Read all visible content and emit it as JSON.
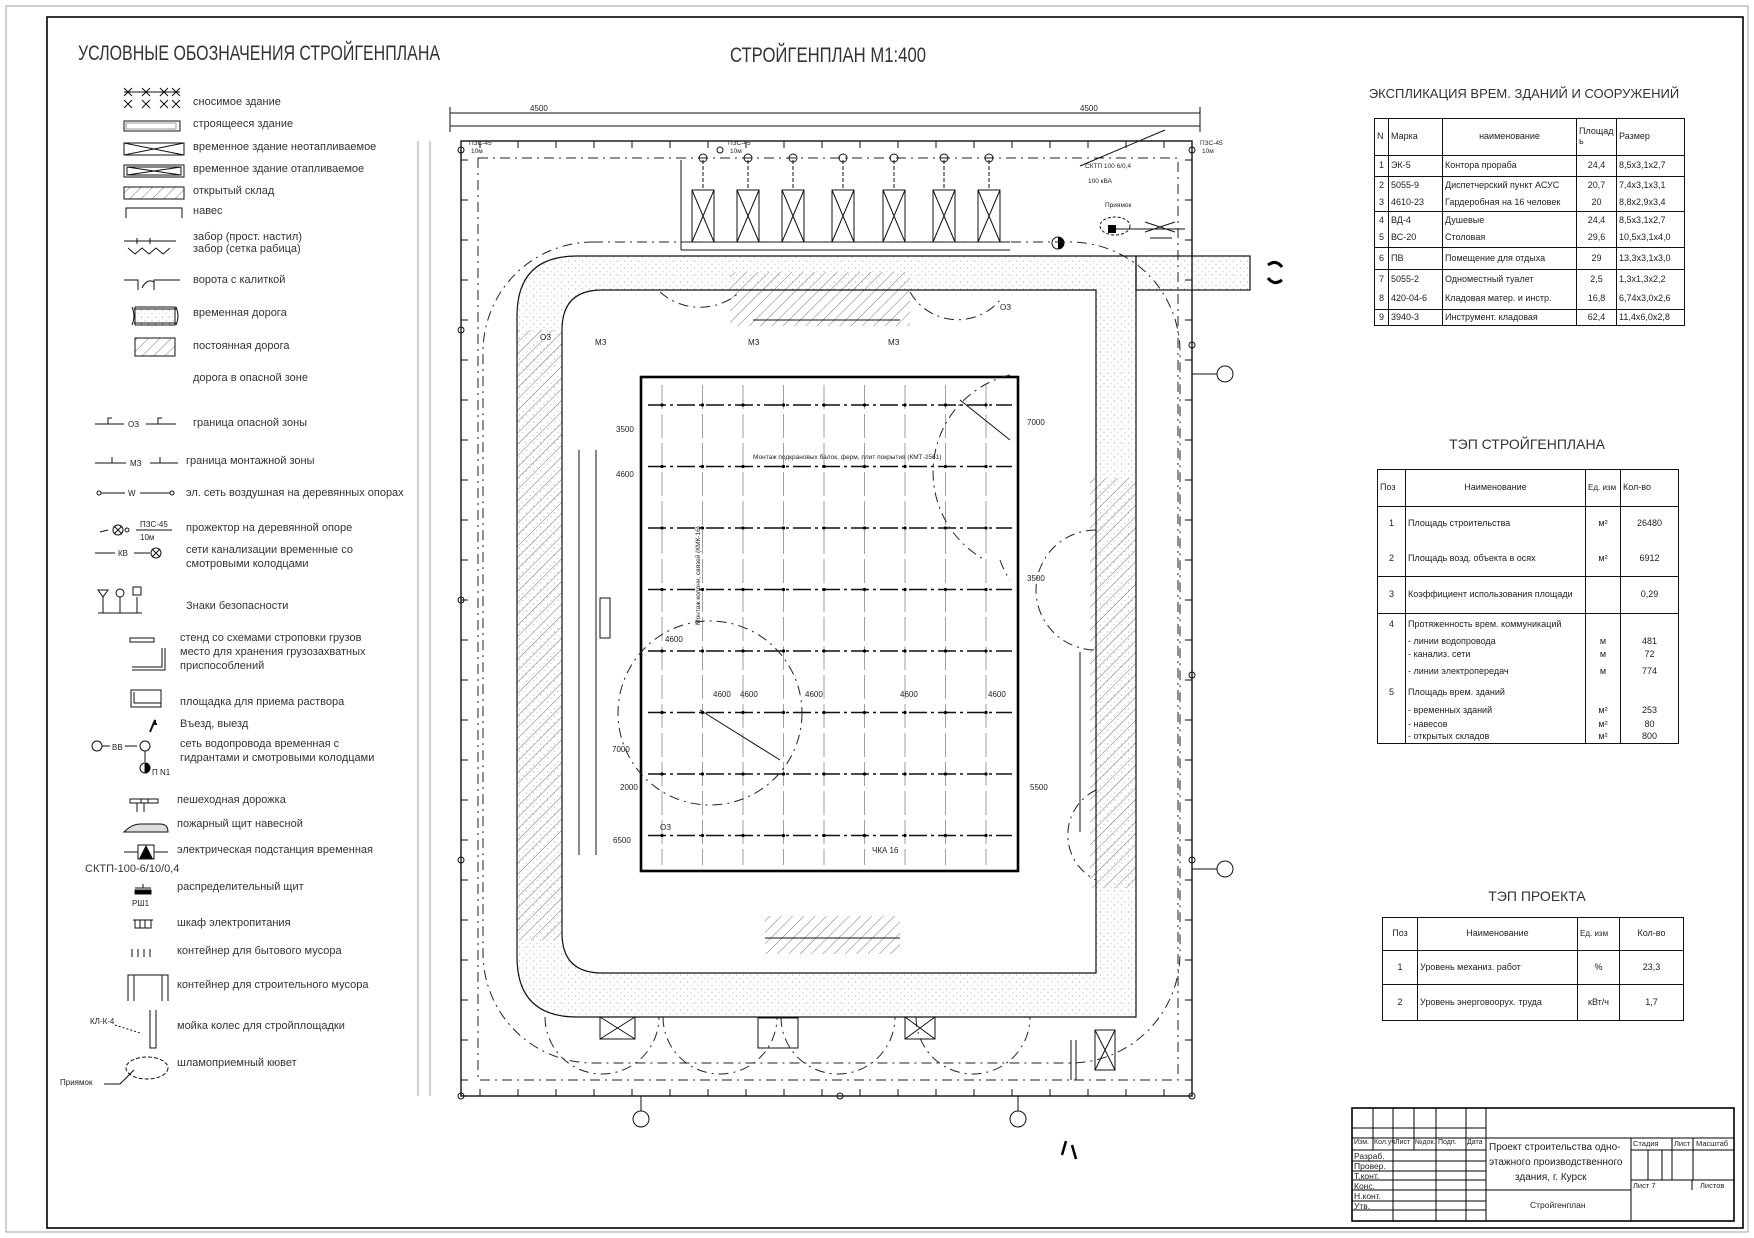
{
  "legend": {
    "title": "УСЛОВНЫЕ ОБОЗНАЧЕНИЯ СТРОЙГЕНПЛАНА",
    "items": [
      {
        "label": "сносимое здание"
      },
      {
        "label": "строящееся здание"
      },
      {
        "label": "временное здание неотапливаемое"
      },
      {
        "label": "временное здание отапливаемое"
      },
      {
        "label": "открытый склад"
      },
      {
        "label": "навес"
      },
      {
        "label": "забор (прост. настил)"
      },
      {
        "label": "забор (сетка рабица)"
      },
      {
        "label": "ворота с калиткой"
      },
      {
        "label": "временная дорога"
      },
      {
        "label": "постоянная дорога"
      },
      {
        "label": "дорога в опасной зоне"
      },
      {
        "label": "граница опасной зоны",
        "symbol_text": "ОЗ"
      },
      {
        "label": "граница монтажной зоны",
        "symbol_text": "МЗ"
      },
      {
        "label": "эл. сеть воздушная на деревянных опорах",
        "symbol_text": "W"
      },
      {
        "label": "прожектор на деревянной опоре",
        "symbol_text": "ПЗС-45",
        "symbol_text2": "10м"
      },
      {
        "label": "сети канализации временные со",
        "label2": "смотровыми колодцами",
        "symbol_text": "КВ"
      },
      {
        "label": "Знаки безопасности"
      },
      {
        "label": "стенд со схемами строповки грузов"
      },
      {
        "label": "место для хранения грузозахватных",
        "label2": "приспособлений"
      },
      {
        "label": "площадка для приема раствора"
      },
      {
        "label": "Въезд, выезд"
      },
      {
        "label": "сеть водопровода временная с",
        "label2": "гидрантами и смотровыми колодцами",
        "symbol_text": "ВВ",
        "symbol_text2": "П N1"
      },
      {
        "label": "пешеходная дорожка"
      },
      {
        "label": "пожарный щит навесной"
      },
      {
        "label": "электрическая подстанция временная",
        "symbol_text": "СКТП-100-6/10/0,4"
      },
      {
        "label": "распределительный щит",
        "symbol_text": "РШ1"
      },
      {
        "label": "шкаф электропитания"
      },
      {
        "label": "контейнер для бытового мусора"
      },
      {
        "label": "контейнер для строительного мусора"
      },
      {
        "label": "мойка колес для стройплощадки",
        "symbol_text": "КЛ-К-4"
      },
      {
        "label": "шламоприемный кювет",
        "symbol_text": "Приямок"
      }
    ]
  },
  "plan": {
    "title": "СТРОЙГЕНПЛАН М1:400",
    "dims_top": [
      "4500",
      "4500"
    ],
    "grid_dims": [
      "4600",
      "4600",
      "4600",
      "4600",
      "4600",
      "4600"
    ],
    "side_dims": [
      "3500",
      "4600",
      "7000",
      "2000",
      "6500",
      "7000",
      "3500",
      "5500"
    ],
    "crane_note_top": "Монтаж подкрановых балок, ферм, плит покрытия (КМТ-2561)",
    "crane_note_left": "Монтаж колонн, связей (КМК-16)",
    "crane_note_bottom": "ЧКА 16",
    "substation_label": "СКТП 100 6/0,4",
    "substation_power": "100 кВА",
    "pit_label": "Приямок",
    "zone_labels": [
      "ОЗ",
      "ОЗ",
      "ОЗ",
      "МЗ",
      "МЗ",
      "МЗ"
    ],
    "projector_label": "ПЗС-45",
    "projector_height": "10м"
  },
  "explication": {
    "title": "ЭКСПЛИКАЦИЯ ВРЕМ. ЗДАНИЙ И СООРУЖЕНИЙ",
    "headers": [
      "N",
      "Марка",
      "наименование",
      "Площадь",
      "Размер"
    ],
    "rows": [
      [
        "1",
        "ЭК-5",
        "Контора прораба",
        "24,4",
        "8,5х3,1х2,7"
      ],
      [
        "2",
        "5055-9",
        "Диспетчерский пункт АСУС",
        "20,7",
        "7,4х3,1х3,1"
      ],
      [
        "3",
        "4610-23",
        "Гардеробная на 16 человек",
        "20",
        "8,8х2,9х3,4"
      ],
      [
        "4",
        "ВД-4",
        "Душевые",
        "24,4",
        "8,5х3,1х2,7"
      ],
      [
        "5",
        "ВС-20",
        "Столовая",
        "29,6",
        "10,5х3,1х4,0"
      ],
      [
        "6",
        "ПВ",
        "Помещение для отдыха",
        "29",
        "13,3х3,1х3,0"
      ],
      [
        "7",
        "5055-2",
        "Одноместный туалет",
        "2,5",
        "1,3х1,3х2,2"
      ],
      [
        "8",
        "420-04-6",
        "Кладовая матер. и инстр.",
        "16,8",
        "6,74х3,0х2,6"
      ],
      [
        "9",
        "3940-3",
        "Инструмент. кладовая",
        "62,4",
        "11,4х6,0х2,8"
      ]
    ]
  },
  "tep_plan": {
    "title": "ТЭП СТРОЙГЕНПЛАНА",
    "headers": [
      "Поз",
      "Наименование",
      "Ед. изм",
      "Кол-во"
    ],
    "rows": [
      [
        "1",
        "Площадь строительства",
        "м²",
        "26480"
      ],
      [
        "2",
        "Площадь возд. объекта в осях",
        "м²",
        "6912"
      ],
      [
        "3",
        "Коэффициент использования площади",
        "",
        "0,29"
      ],
      [
        "4",
        "Протяженность врем. коммуникаций",
        "",
        ""
      ],
      [
        "",
        "- линии водопровода",
        "м",
        "481"
      ],
      [
        "",
        "- канализ. сети",
        "м",
        "72"
      ],
      [
        "",
        "- линии электропередач",
        "м",
        "774"
      ],
      [
        "5",
        "Площадь врем. зданий",
        "",
        ""
      ],
      [
        "",
        "- временных зданий",
        "м²",
        "253"
      ],
      [
        "",
        "- навесов",
        "м²",
        "80"
      ],
      [
        "",
        "- открытых складов",
        "м²",
        "800"
      ]
    ]
  },
  "tep_project": {
    "title": "ТЭП ПРОЕКТА",
    "headers": [
      "Поз",
      "Наименование",
      "Ед. изм",
      "Кол-во"
    ],
    "rows": [
      [
        "1",
        "Уровень механиз. работ",
        "%",
        "23,3"
      ],
      [
        "2",
        "Уровень энерговоорух. труда",
        "кВт/ч",
        "1,7"
      ]
    ]
  },
  "title_block": {
    "col_headers": [
      "Изм.",
      "Кол.уч",
      "Лист",
      "№док.",
      "Подп.",
      "Дата"
    ],
    "roles": [
      "Разраб.",
      "Провер.",
      "Т.конт.",
      "Конс.",
      "Н.конт.",
      "Утв."
    ],
    "project_name": [
      "Проект строительства одно-",
      "этажного производственного",
      "здания, г. Курск"
    ],
    "sheet_name": "Стройгенплан",
    "stage_label": "Стадия",
    "sheet_label": "Лист",
    "scale_label": "Масштаб",
    "sheet_no": "Лист 7",
    "sheets_label": "Листов"
  }
}
